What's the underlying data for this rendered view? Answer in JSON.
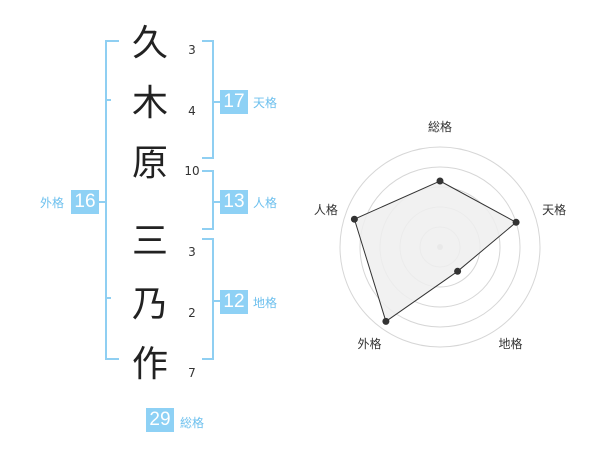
{
  "name_chars": [
    {
      "char": "久",
      "strokes": "3"
    },
    {
      "char": "木",
      "strokes": "4"
    },
    {
      "char": "原",
      "strokes": "10"
    },
    {
      "char": "三",
      "strokes": "3"
    },
    {
      "char": "乃",
      "strokes": "2"
    },
    {
      "char": "作",
      "strokes": "7"
    }
  ],
  "fortunes": {
    "tenkaku": {
      "label": "天格",
      "value": "17"
    },
    "jinkaku": {
      "label": "人格",
      "value": "13"
    },
    "chikaku": {
      "label": "地格",
      "value": "12"
    },
    "gaikaku": {
      "label": "外格",
      "value": "16"
    },
    "soukaku": {
      "label": "総格",
      "value": "29"
    }
  },
  "colors": {
    "accent": "#8ed1f5",
    "bracket": "#8fcff2",
    "label": "#6dc0ee"
  },
  "chart_data": {
    "type": "radar",
    "axes": [
      "総格",
      "天格",
      "地格",
      "外格",
      "人格"
    ],
    "values": [
      3.3,
      4.0,
      1.5,
      4.6,
      4.5
    ],
    "range": [
      0,
      5
    ],
    "rings": 5,
    "grid": true
  }
}
